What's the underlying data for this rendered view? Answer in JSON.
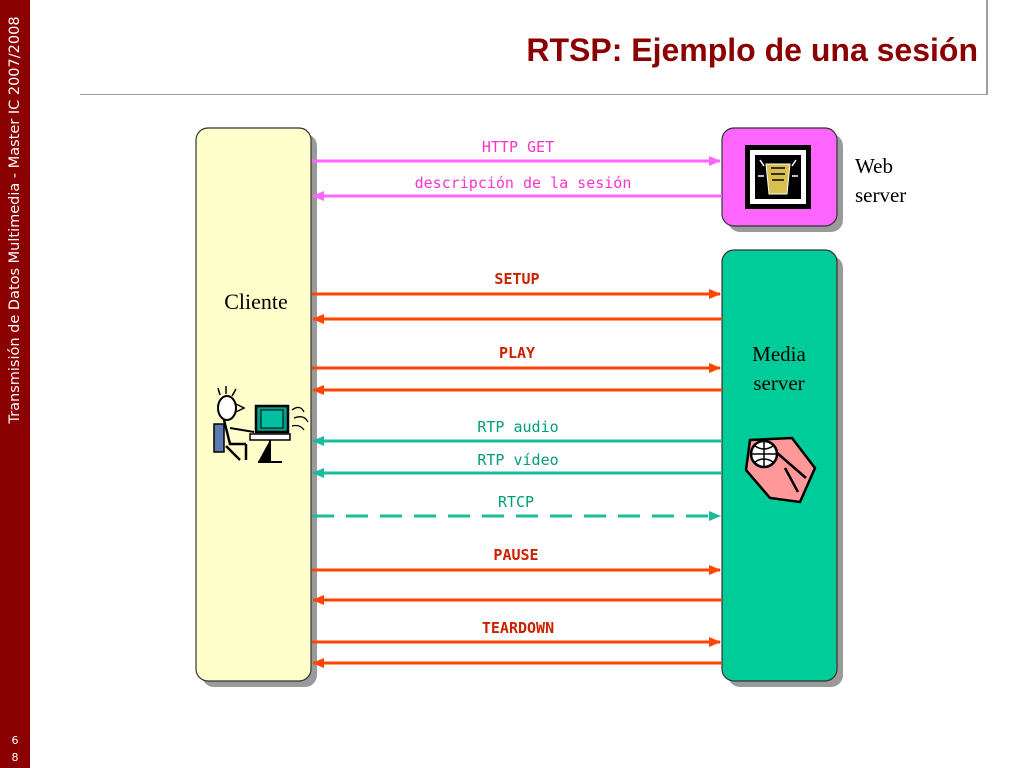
{
  "slide": {
    "title": "RTSP: Ejemplo de una sesión",
    "sidebar_text": "Transmisión de Datos Multimedia - Master IC 2007/2008",
    "page_number": [
      "6",
      "8"
    ]
  },
  "nodes": {
    "client": "Cliente",
    "web_server": [
      "Web",
      "server"
    ],
    "media_server": [
      "Media",
      "server"
    ]
  },
  "messages": {
    "http_get": "HTTP GET",
    "descripcion": "descripción de la sesión",
    "setup": "SETUP",
    "play": "PLAY",
    "rtp_audio": "RTP audio",
    "rtp_video": "RTP vídeo",
    "rtcp": "RTCP",
    "pause": "PAUSE",
    "teardown": "TEARDOWN"
  },
  "colors": {
    "sidebar": "#8b0000",
    "title": "#8b0000",
    "client_fill": "#ffffcc",
    "web_fill": "#ff66ff",
    "media_fill": "#00cc99",
    "http_arrow": "#ff66ff",
    "rtsp_arrow": "#ff4500",
    "rtp_arrow": "#1abc9c",
    "label_http": "#ff33cc",
    "label_rtsp": "#cc2200",
    "label_rtp": "#009e77"
  },
  "icons": [
    "web-server-icon",
    "user-computer-icon",
    "media-server-icon"
  ]
}
